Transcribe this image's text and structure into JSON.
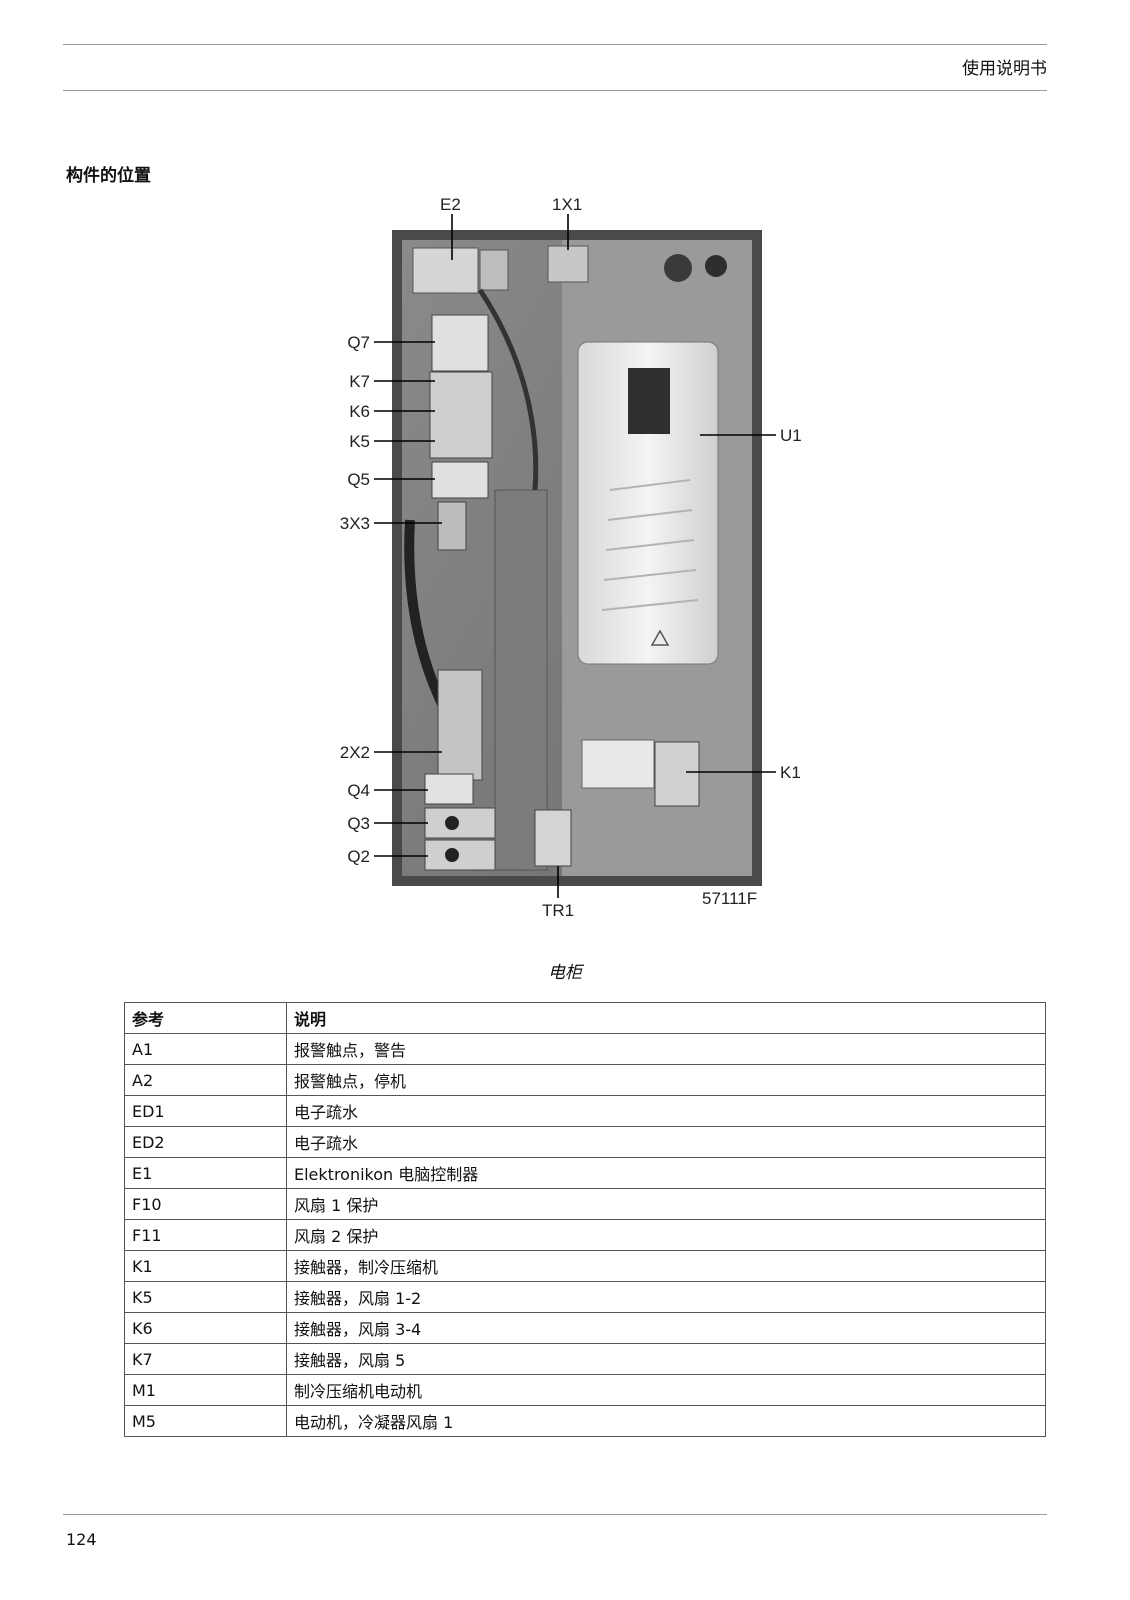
{
  "header": {
    "title": "使用说明书"
  },
  "section": {
    "title": "构件的位置"
  },
  "figure": {
    "callouts": [
      "E2",
      "1X1",
      "Q7",
      "K7",
      "K6",
      "K5",
      "Q5",
      "3X3",
      "U1",
      "2X2",
      "Q4",
      "Q3",
      "Q2",
      "K1",
      "TR1"
    ],
    "figure_id": "57111F",
    "caption": "电柜"
  },
  "table": {
    "headers": [
      "参考",
      "说明"
    ],
    "rows": [
      [
        "A1",
        "报警触点，警告"
      ],
      [
        "A2",
        "报警触点，停机"
      ],
      [
        "ED1",
        "电子疏水"
      ],
      [
        "ED2",
        "电子疏水"
      ],
      [
        "E1",
        "Elektronikon 电脑控制器"
      ],
      [
        "F10",
        "风扇 1 保护"
      ],
      [
        "F11",
        "风扇 2 保护"
      ],
      [
        "K1",
        "接触器，制冷压缩机"
      ],
      [
        "K5",
        "接触器，风扇 1-2"
      ],
      [
        "K6",
        "接触器，风扇 3-4"
      ],
      [
        "K7",
        "接触器，风扇 5"
      ],
      [
        "M1",
        "制冷压缩机电动机"
      ],
      [
        "M5",
        "电动机，冷凝器风扇 1"
      ]
    ]
  },
  "footer": {
    "page_number": "124"
  }
}
